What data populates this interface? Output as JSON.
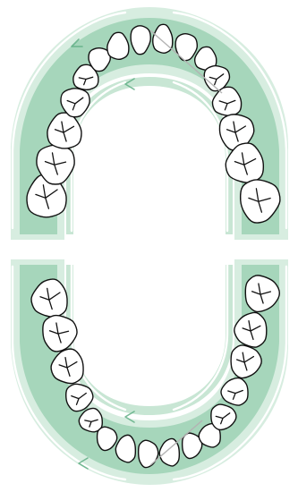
{
  "diagram": {
    "subject": "dental-arch-chart",
    "arches": [
      {
        "id": "upper",
        "tooth_count": 16
      },
      {
        "id": "lower",
        "tooth_count": 16
      }
    ]
  },
  "colors": {
    "gum_outer": "#cfe8da",
    "gum_mid": "#a9d7bd",
    "gum_inner": "#8fcaa8",
    "gum_edge": "#e3f2ea",
    "tooth_fill": "#ffffff",
    "tooth_stroke": "#111111",
    "midline": "#b3b3b3"
  }
}
